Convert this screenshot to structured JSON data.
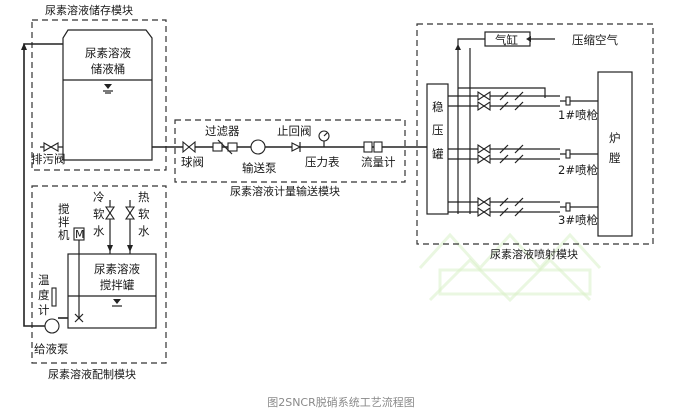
{
  "caption": "图2SNCR脱硝系统工艺流程图",
  "modules": {
    "storage": "尿素溶液储存模块",
    "metering": "尿素溶液计量输送模块",
    "injection": "尿素溶液喷射模块",
    "preparation": "尿素溶液配制模块"
  },
  "labels": {
    "storage_tank_line1": "尿素溶液",
    "storage_tank_line2": "储液桶",
    "drain_valve": "排污阀",
    "ball_valve": "球阀",
    "filter": "过滤器",
    "check_valve": "止回阀",
    "transfer_pump": "输送泵",
    "pressure_gauge": "压力表",
    "flow_meter": "流量计",
    "stabilizer_1": "稳",
    "stabilizer_2": "压",
    "stabilizer_3": "罐",
    "cylinder": "气缸",
    "compressed_air": "压缩空气",
    "furnace_1": "炉",
    "furnace_2": "膛",
    "lance_1": "1#喷枪",
    "lance_2": "2#喷枪",
    "lance_3": "3#喷枪",
    "stirrer_1": "搅",
    "stirrer_2": "拌",
    "stirrer_3": "机",
    "motor": "M",
    "cold_1": "冷",
    "cold_2": "软",
    "cold_3": "水",
    "hot_1": "热",
    "hot_2": "软",
    "hot_3": "水",
    "mix_tank_line1": "尿素溶液",
    "mix_tank_line2": "搅拌罐",
    "thermo_1": "温",
    "thermo_2": "度",
    "thermo_3": "计",
    "feed_pump": "给液泵"
  }
}
